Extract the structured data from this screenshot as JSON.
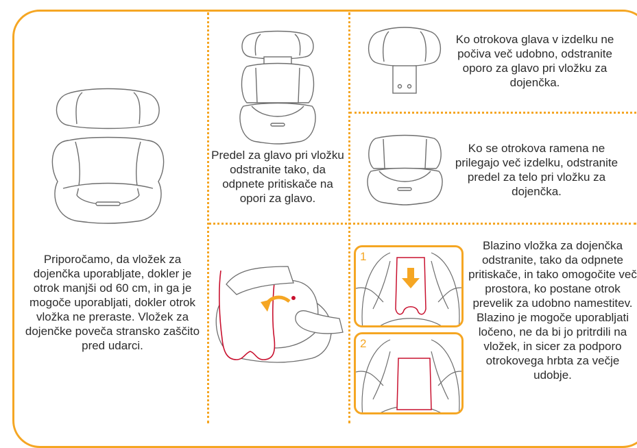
{
  "intro_text": "Priporočamo, da vložek za dojenčka uporabljate, dokler je otrok manjši od 60 cm, in ga je mogoče uporabljati, dokler otrok vložka ne preraste. Vložek za dojenčke poveča stransko zaščito pred udarci.",
  "headpart_text": "Predel za glavo pri vložku odstranite tako, da odpnete pritiskače na opori za glavo.",
  "headrest_text": "Ko otrokova glava v izdelku ne počiva več udobno, odstranite oporo za glavo pri vložku za dojenčka.",
  "body_text": "Ko se otrokova ramena ne prilegajo več izdelku, odstranite predel za telo pri vložku za dojenčka.",
  "cushion_text": "Blazino vložka za dojenčka odstranite, tako da odpnete pritiskače, in tako omogočite več prostora, ko postane otrok prevelik za udobno namestitev. Blazino je mogoče uporabljati ločeno, ne da bi jo pritrdili na vložek, in sicer za podporo otrokovega hrbta za večje udobje.",
  "step_labels": [
    "1",
    "2"
  ],
  "colors": {
    "accent": "#f5a623",
    "line": "#6e6e6e",
    "highlight": "#c8102e"
  }
}
